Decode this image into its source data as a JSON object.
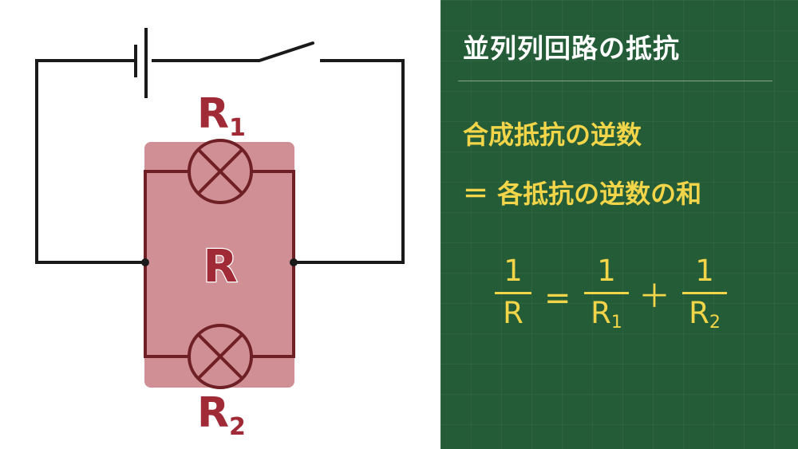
{
  "diagram": {
    "labels": {
      "r1": {
        "letter": "R",
        "sub": "1"
      },
      "r2": {
        "letter": "R",
        "sub": "2"
      },
      "r": "R"
    },
    "colors": {
      "wire": "#1a1a1a",
      "inner_wire": "#6e2025",
      "highlight_box": "#cf8f95",
      "label": "#a02a35"
    }
  },
  "board": {
    "title": "並列列回路の抵抗",
    "rule_line1": "合成抵抗の逆数",
    "rule_line2": "＝ 各抵抗の逆数の和",
    "formula": {
      "lhs": {
        "num": "1",
        "den": "R",
        "den_sub": ""
      },
      "equals": "=",
      "term1": {
        "num": "1",
        "den": "R",
        "den_sub": "1"
      },
      "plus": "＋",
      "term2": {
        "num": "1",
        "den": "R",
        "den_sub": "2"
      }
    },
    "colors": {
      "background": "#245c37",
      "title": "#ffffff",
      "accent": "#f3d54a"
    }
  }
}
